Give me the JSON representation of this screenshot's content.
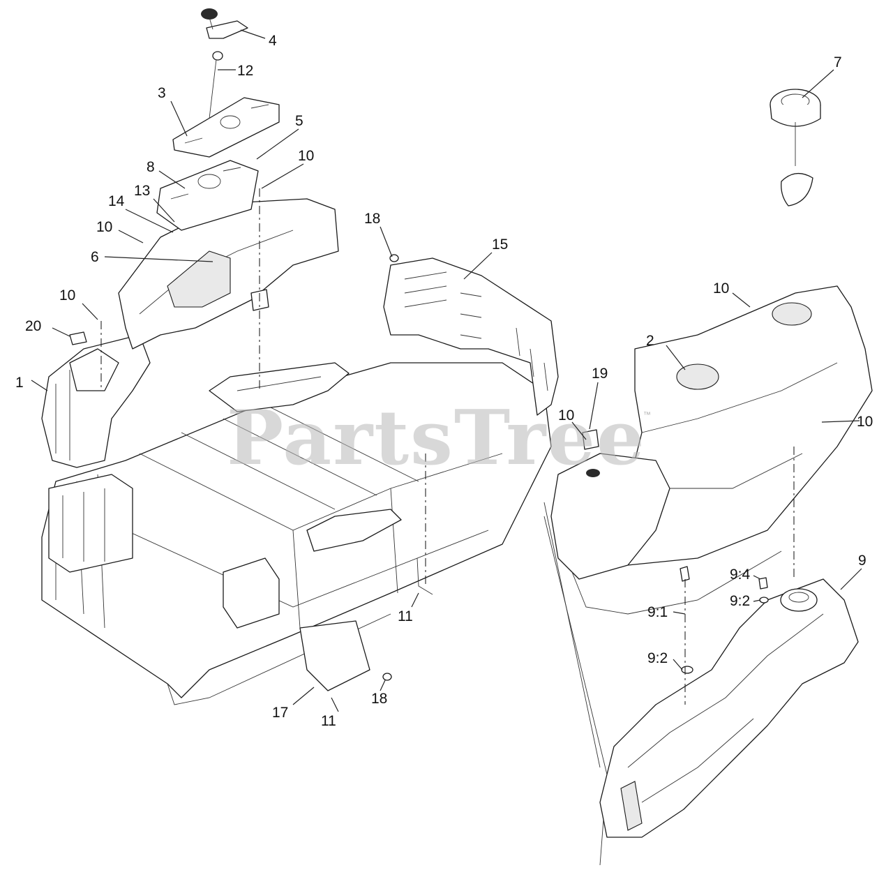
{
  "watermark": {
    "text": "PartsTree",
    "trademark": "™"
  },
  "callouts": {
    "c1": "1",
    "c2": "2",
    "c3": "3",
    "c4": "4",
    "c5": "5",
    "c6": "6",
    "c7": "7",
    "c8": "8",
    "c9": "9",
    "c10a": "10",
    "c10b": "10",
    "c10c": "10",
    "c10d": "10",
    "c10e": "10",
    "c10f": "10",
    "c11a": "11",
    "c11b": "11",
    "c12": "12",
    "c13": "13",
    "c14": "14",
    "c15": "15",
    "c17": "17",
    "c18a": "18",
    "c18b": "18",
    "c19": "19",
    "c20": "20",
    "c91": "9:1",
    "c92a": "9:2",
    "c92b": "9:2",
    "c94": "9:4"
  }
}
